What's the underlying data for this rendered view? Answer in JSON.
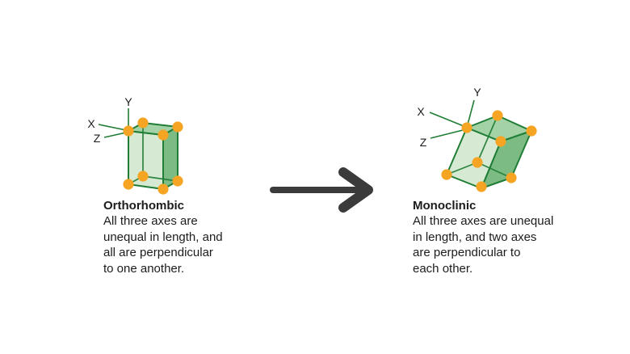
{
  "palette": {
    "background": "#ffffff",
    "text": "#1c1c1e",
    "edge_green": "#1f7d35",
    "face_light": "#d6e9d2",
    "face_mid": "#a3d2a6",
    "face_dark": "#7cbc84",
    "vertex_orange": "#f6a424",
    "arrow_gray": "#3b3b3b"
  },
  "orthorhombic": {
    "title": "Orthorhombic",
    "description_lines": [
      "All three axes are",
      "unequal in length, and",
      "all are perpendicular",
      "to one another."
    ],
    "axis_labels": {
      "x": "X",
      "y": "Y",
      "z": "Z"
    }
  },
  "monoclinic": {
    "title": "Monoclinic",
    "description_lines": [
      "All three axes are unequal",
      "in length, and two axes",
      "are perpendicular to",
      "each other."
    ],
    "axis_labels": {
      "x": "X",
      "y": "Y",
      "z": "Z"
    }
  },
  "arrow": {
    "icon": "arrow-right"
  }
}
